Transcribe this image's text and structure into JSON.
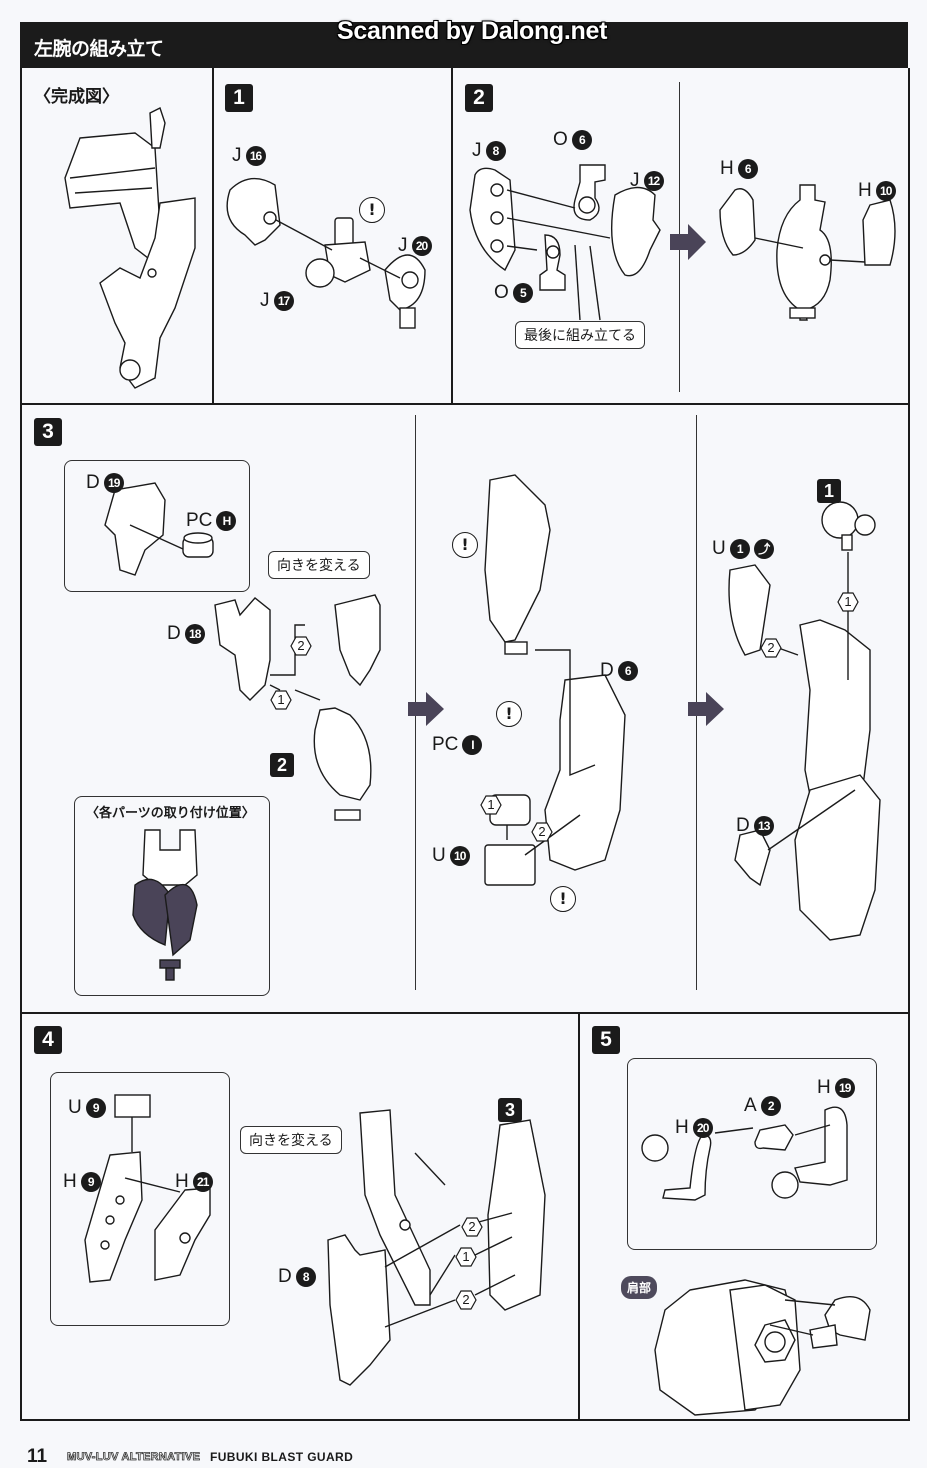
{
  "header": {
    "title": "左腕の組み立て",
    "watermark": "Scanned by Dalong.net"
  },
  "completed": {
    "label": "〈完成図〉"
  },
  "step1": {
    "number": "1",
    "parts": [
      {
        "runner": "J",
        "num": "16"
      },
      {
        "runner": "J",
        "num": "17"
      },
      {
        "runner": "J",
        "num": "20"
      }
    ],
    "warning": "!"
  },
  "step2": {
    "number": "2",
    "parts_left": [
      {
        "runner": "J",
        "num": "8"
      },
      {
        "runner": "O",
        "num": "6"
      },
      {
        "runner": "J",
        "num": "12"
      },
      {
        "runner": "O",
        "num": "5"
      }
    ],
    "note": "最後に組み立てる",
    "parts_right": [
      {
        "runner": "H",
        "num": "6"
      },
      {
        "runner": "H",
        "num": "10"
      }
    ]
  },
  "step3": {
    "number": "3",
    "inset_parts": [
      {
        "runner": "D",
        "num": "19"
      },
      {
        "runner": "PC",
        "num": "H"
      }
    ],
    "callout": "向きを変える",
    "part_d18": {
      "runner": "D",
      "num": "18"
    },
    "order": [
      "1",
      "2"
    ],
    "ref_step": "2",
    "position_label": "〈各パーツの取り付け位置〉",
    "mid_parts": [
      {
        "runner": "D",
        "num": "6"
      },
      {
        "runner": "PC",
        "num": "I"
      },
      {
        "runner": "U",
        "num": "10"
      }
    ],
    "warning": "!",
    "right_ref_step": "1",
    "right_parts": [
      {
        "runner": "U",
        "num": "1"
      },
      {
        "runner": "D",
        "num": "13"
      }
    ]
  },
  "step4": {
    "number": "4",
    "inset_parts": [
      {
        "runner": "U",
        "num": "9"
      },
      {
        "runner": "H",
        "num": "9"
      },
      {
        "runner": "H",
        "num": "21"
      }
    ],
    "callout": "向きを変える",
    "part_d8": {
      "runner": "D",
      "num": "8"
    },
    "ref_step": "3",
    "order": [
      "2",
      "1",
      "2"
    ]
  },
  "step5": {
    "number": "5",
    "parts": [
      {
        "runner": "H",
        "num": "20"
      },
      {
        "runner": "A",
        "num": "2"
      },
      {
        "runner": "H",
        "num": "19"
      }
    ],
    "shoulder_label": "肩部"
  },
  "footer": {
    "page": "11",
    "series": "MUV-LUV ALTERNATIVE",
    "product": "FUBUKI BLAST GUARD"
  },
  "colors": {
    "ink": "#1b1b1b",
    "paper": "#f7f8fb",
    "highlight": "#4a4458"
  }
}
